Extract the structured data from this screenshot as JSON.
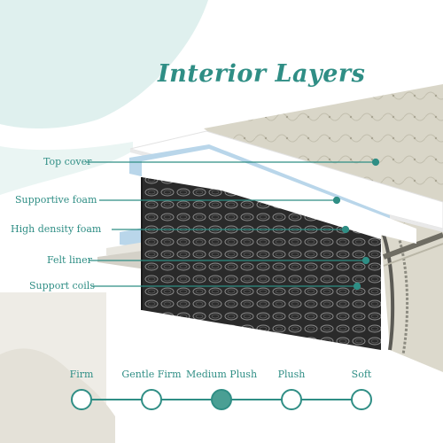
{
  "title": "Interior Layers",
  "layers": [
    {
      "label": "Top cover"
    },
    {
      "label": "Supportive foam"
    },
    {
      "label": "High density foam"
    },
    {
      "label": "Felt liner"
    },
    {
      "label": "Support coils"
    }
  ],
  "firmness_scale": {
    "options": [
      "Firm",
      "Gentle Firm",
      "Medium Plush",
      "Plush",
      "Soft"
    ],
    "selected": "Medium Plush"
  },
  "colors": {
    "accent": "#2f8e85",
    "mint": "#dff0ee",
    "foam_blue": "#b9d6ea",
    "selected_fill": "#4a9f94"
  }
}
